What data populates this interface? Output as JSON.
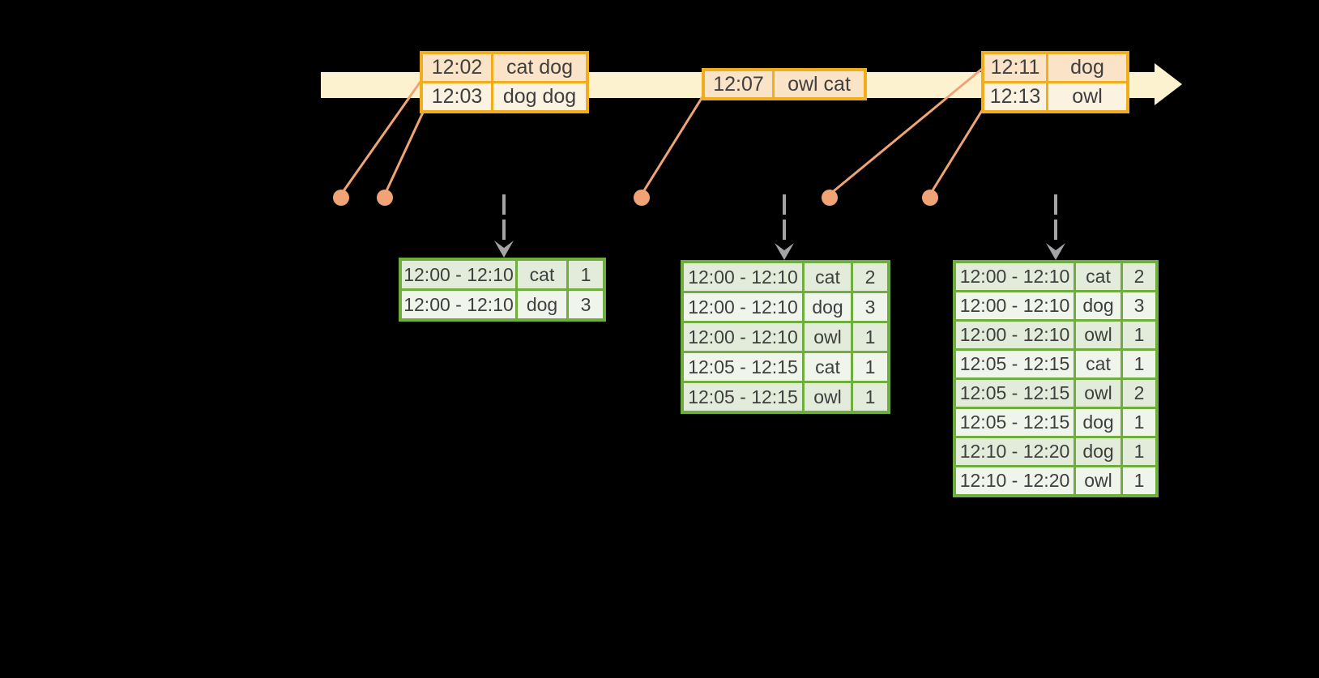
{
  "diagram": {
    "description_visible": false,
    "colors": {
      "background": "#000000",
      "timeline_band": "#fcf2cf",
      "event_table_border": "#f0ad1e",
      "event_row_dark": "#fae3c6",
      "event_row_light": "#fcf2e2",
      "result_table_border": "#6fae3e",
      "result_row_dark": "#e3ecda",
      "result_row_light": "#f0f5ec",
      "connector": "#f0a476",
      "trigger_arrow": "#a4a4a6",
      "table_text": "#3f3f3f"
    }
  },
  "event_tables": [
    {
      "rows": [
        {
          "time": "12:02",
          "words": "cat dog"
        },
        {
          "time": "12:03",
          "words": "dog dog"
        }
      ]
    },
    {
      "rows": [
        {
          "time": "12:07",
          "words": "owl cat"
        }
      ]
    },
    {
      "rows": [
        {
          "time": "12:11",
          "words": "dog"
        },
        {
          "time": "12:13",
          "words": "owl"
        }
      ]
    }
  ],
  "result_tables": [
    {
      "rows": [
        {
          "window": "12:00 - 12:10",
          "word": "cat",
          "count": "1"
        },
        {
          "window": "12:00 - 12:10",
          "word": "dog",
          "count": "3"
        }
      ]
    },
    {
      "rows": [
        {
          "window": "12:00 - 12:10",
          "word": "cat",
          "count": "2"
        },
        {
          "window": "12:00 - 12:10",
          "word": "dog",
          "count": "3"
        },
        {
          "window": "12:00 - 12:10",
          "word": "owl",
          "count": "1"
        },
        {
          "window": "12:05 - 12:15",
          "word": "cat",
          "count": "1"
        },
        {
          "window": "12:05 - 12:15",
          "word": "owl",
          "count": "1"
        }
      ]
    },
    {
      "rows": [
        {
          "window": "12:00 - 12:10",
          "word": "cat",
          "count": "2"
        },
        {
          "window": "12:00 - 12:10",
          "word": "dog",
          "count": "3"
        },
        {
          "window": "12:00 - 12:10",
          "word": "owl",
          "count": "1"
        },
        {
          "window": "12:05 - 12:15",
          "word": "cat",
          "count": "1"
        },
        {
          "window": "12:05 - 12:15",
          "word": "owl",
          "count": "2"
        },
        {
          "window": "12:05 - 12:15",
          "word": "dog",
          "count": "1"
        },
        {
          "window": "12:10 - 12:20",
          "word": "dog",
          "count": "1"
        },
        {
          "window": "12:10 - 12:20",
          "word": "owl",
          "count": "1"
        }
      ]
    }
  ]
}
